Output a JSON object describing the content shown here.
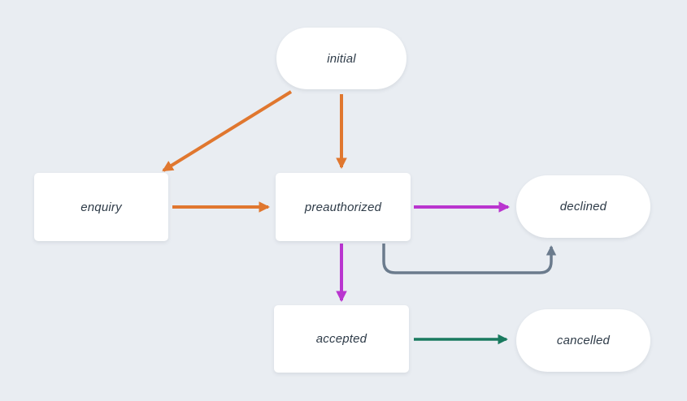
{
  "diagram": {
    "type": "state-diagram",
    "nodes": {
      "initial": {
        "label": "initial",
        "shape": "stadium"
      },
      "enquiry": {
        "label": "enquiry",
        "shape": "rectangle"
      },
      "preauthorized": {
        "label": "preauthorized",
        "shape": "rectangle"
      },
      "declined": {
        "label": "declined",
        "shape": "stadium"
      },
      "accepted": {
        "label": "accepted",
        "shape": "rectangle"
      },
      "cancelled": {
        "label": "cancelled",
        "shape": "stadium"
      }
    },
    "edges": [
      {
        "from": "initial",
        "to": "enquiry",
        "color": "#e0772f",
        "route": "diagonal"
      },
      {
        "from": "initial",
        "to": "preauthorized",
        "color": "#e0772f",
        "route": "straight-down"
      },
      {
        "from": "enquiry",
        "to": "preauthorized",
        "color": "#e0772f",
        "route": "straight-right"
      },
      {
        "from": "preauthorized",
        "to": "declined",
        "color": "#b935cf",
        "route": "straight-right"
      },
      {
        "from": "preauthorized",
        "to": "accepted",
        "color": "#b935cf",
        "route": "straight-down"
      },
      {
        "from": "preauthorized",
        "to": "declined",
        "color": "#6b7b8d",
        "route": "curved-under"
      },
      {
        "from": "accepted",
        "to": "cancelled",
        "color": "#197a5f",
        "route": "straight-right"
      }
    ],
    "colors": {
      "background": "#e9edf2",
      "node_fill": "#ffffff",
      "node_text": "#2e3b48",
      "orange": "#e0772f",
      "magenta": "#b935cf",
      "teal": "#197a5f",
      "slate": "#6b7b8d"
    }
  }
}
